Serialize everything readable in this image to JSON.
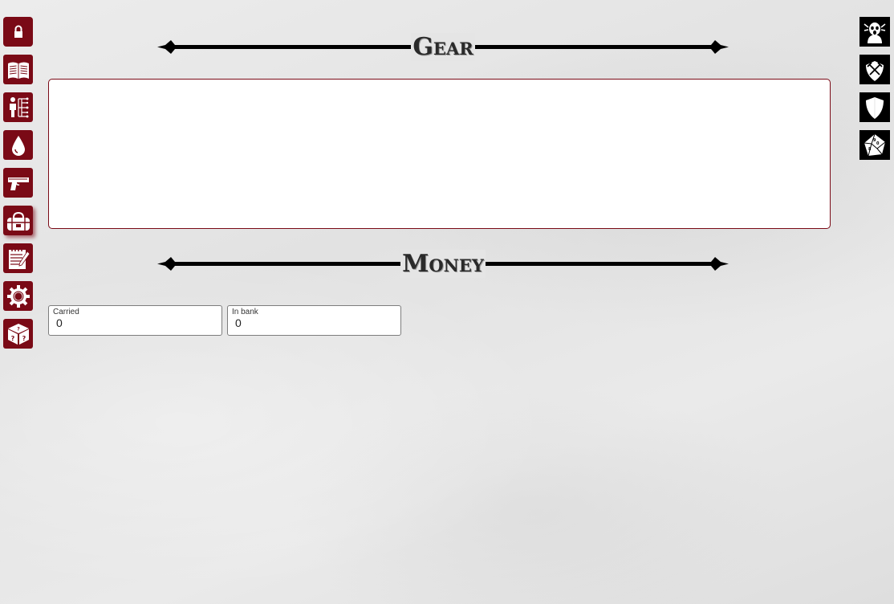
{
  "left_nav": {
    "items": [
      {
        "icon": "lock-icon",
        "selected": false
      },
      {
        "icon": "open-book-icon",
        "selected": false
      },
      {
        "icon": "character-tree-icon",
        "selected": false
      },
      {
        "icon": "blood-drop-icon",
        "selected": false
      },
      {
        "icon": "pistol-icon",
        "selected": false
      },
      {
        "icon": "duffel-bag-icon",
        "selected": true
      },
      {
        "icon": "notepad-icon",
        "selected": false
      },
      {
        "icon": "gear-icon",
        "selected": false
      },
      {
        "icon": "mystery-dice-icon",
        "selected": false
      }
    ]
  },
  "right_nav": {
    "items": [
      {
        "icon": "screaming-skull-icon"
      },
      {
        "icon": "crossed-swords-icon"
      },
      {
        "icon": "shield-icon"
      },
      {
        "icon": "d10-dice-icon"
      }
    ]
  },
  "gear": {
    "title": "Gear",
    "content": ""
  },
  "money": {
    "title": "Money",
    "carried_label": "Carried",
    "carried_value": "0",
    "bank_label": "In bank",
    "bank_value": "0"
  },
  "colors": {
    "accent": "#7a0a16",
    "rail_dark": "#000000",
    "background": "#e8e8e8"
  }
}
